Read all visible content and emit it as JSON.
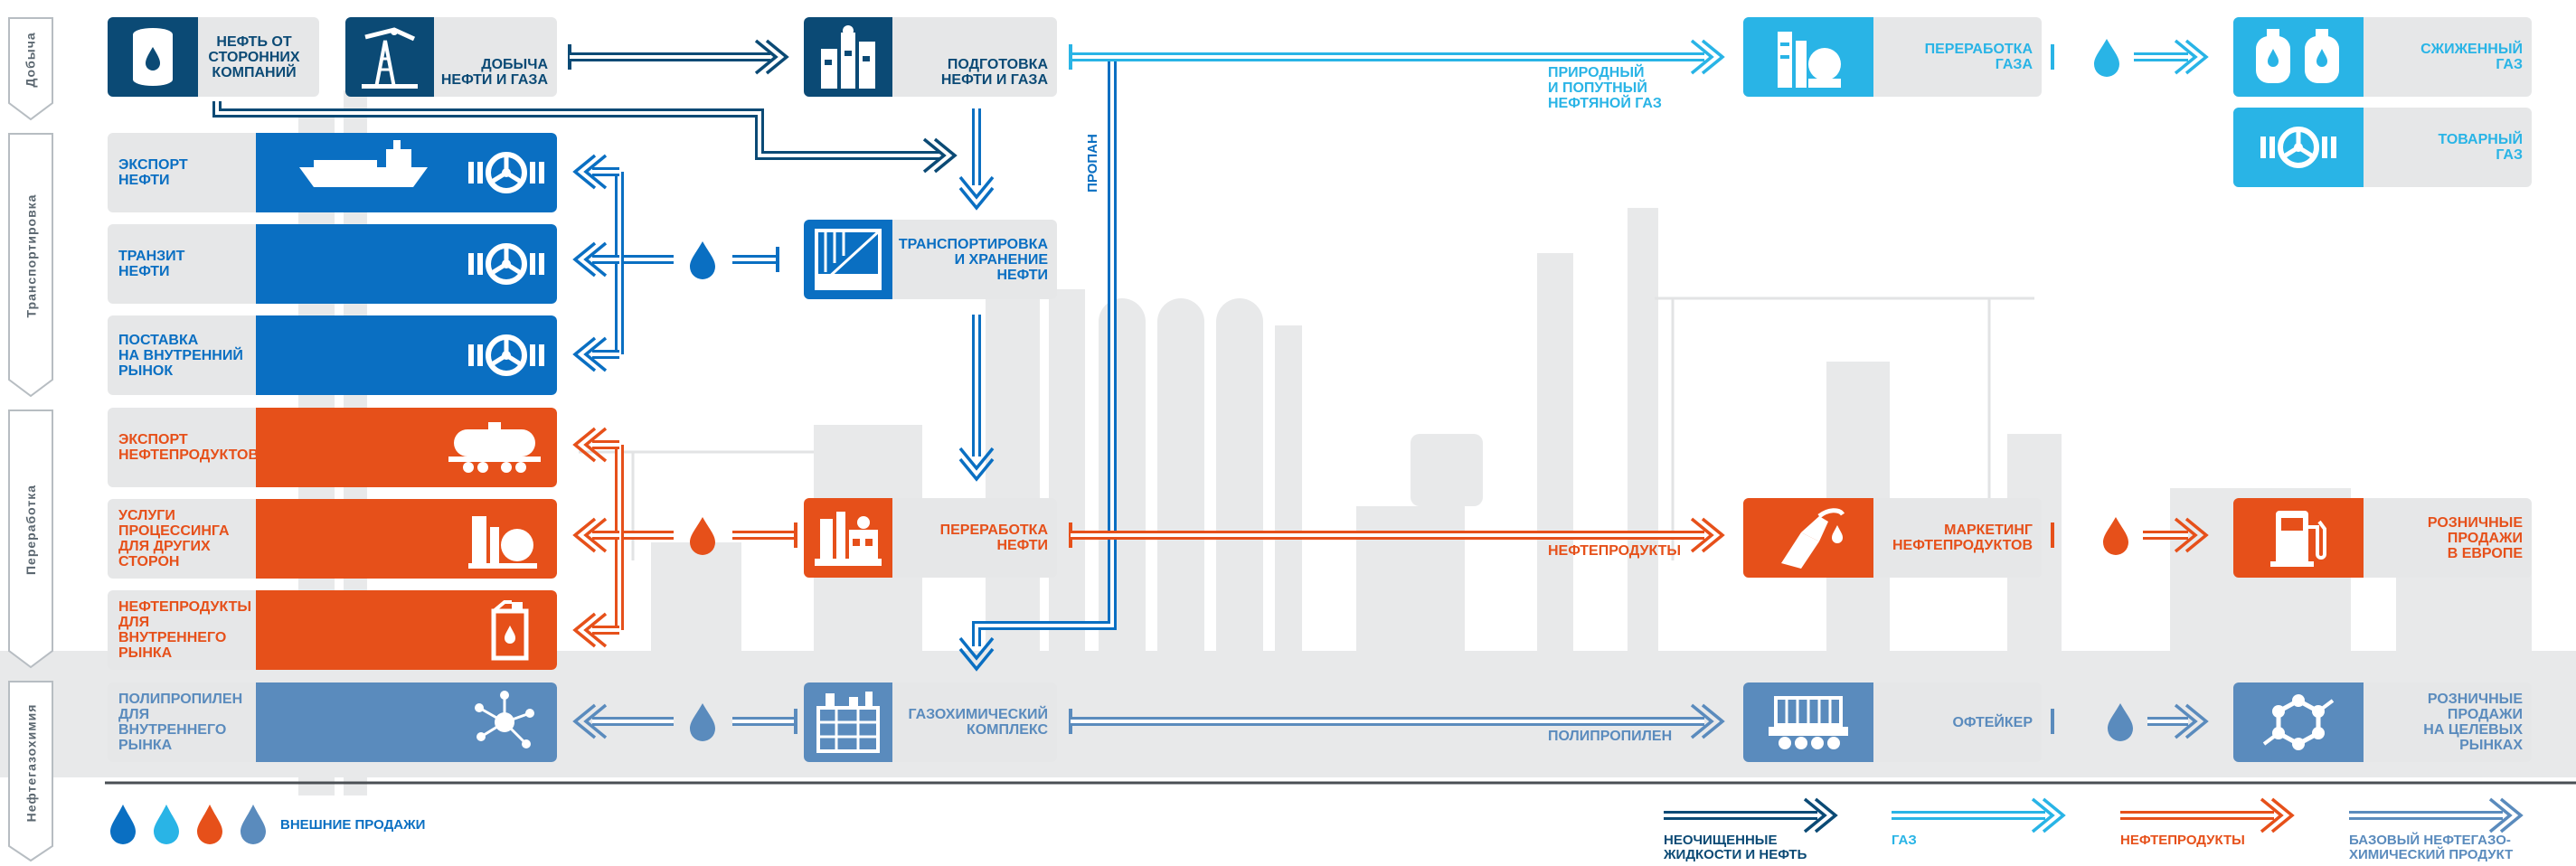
{
  "stages": [
    "Добыча",
    "Транспортировка",
    "Переработка",
    "Нефтегазохимия"
  ],
  "top": {
    "third_party_oil": [
      "Нефть от",
      "сторонних",
      "компаний"
    ],
    "oil_gas_production": [
      "Добыча",
      "нефти и газа"
    ],
    "oil_gas_preparation": [
      "Подготовка",
      "нефти и газа"
    ],
    "gas_processing": [
      "Переработка",
      "газа"
    ],
    "liquefied_gas": [
      "Сжиженный",
      "газ"
    ],
    "commercial_gas": [
      "Товарный",
      "газ"
    ]
  },
  "middle": {
    "oil_transport_storage": [
      "Транспортировка",
      "и хранение",
      "нефти"
    ],
    "oil_refining": [
      "Переработка",
      "нефти"
    ],
    "gas_chemical_complex": [
      "Газохимический",
      "комплекс"
    ],
    "petroleum_marketing": [
      "Маркетинг",
      "нефтепродуктов"
    ],
    "retail_europe": [
      "Розничные",
      "продажи",
      "в Европе"
    ],
    "offtaker": [
      "Офтейкер"
    ],
    "retail_target_markets": [
      "Розничные",
      "продажи",
      "на целевых",
      "рынках"
    ]
  },
  "sales": {
    "oil_export": [
      "Экспорт",
      "нефти"
    ],
    "oil_transit": [
      "Транзит",
      "нефти"
    ],
    "domestic_supply": [
      "Поставка",
      "на внутренний",
      "рынок"
    ],
    "products_export": [
      "Экспорт",
      "нефтепродуктов"
    ],
    "processing_services": [
      "Услуги",
      "процессинга",
      "для других",
      "сторон"
    ],
    "domestic_products": [
      "Нефтепродукты",
      "для",
      "внутреннего",
      "рынка"
    ],
    "polypropylene_domestic": [
      "Полипропилен",
      "для",
      "внутреннего",
      "рынка"
    ]
  },
  "flows": {
    "natural_gas": [
      "Природный",
      "и попутный",
      "нефтяной газ"
    ],
    "propane": "Пропан",
    "petroleum_products": "Нефтепродукты",
    "polypropylene": "Полипропилен"
  },
  "legend": {
    "external_sales": "Внешние продажи",
    "items": [
      {
        "label": [
          "Неочищенные",
          "жидкости и нефть"
        ],
        "color": "#0b4a75"
      },
      {
        "label": [
          "Газ"
        ],
        "color": "#29b4e6"
      },
      {
        "label": [
          "Нефтепродукты"
        ],
        "color": "#e6501a"
      },
      {
        "label": [
          "Базовый нефтегазо-",
          "химический продукт"
        ],
        "color": "#5a8bbd"
      }
    ]
  },
  "colors": {
    "crude": "#0b4a75",
    "crude_light": "#0a6fc2",
    "gas": "#29b4e6",
    "products": "#e6501a",
    "petrochem": "#5a8bbd",
    "box_bg": "#e6e7e8",
    "stage_text": "#5b6770"
  },
  "icons": [
    "barrel-icon",
    "oil-derrick-icon",
    "gas-plant-icon",
    "storage-tank-icon",
    "refinery-icon",
    "gas-chemical-plant-icon",
    "tanker-ship-icon",
    "valve-icon",
    "rail-tank-car-icon",
    "canister-icon",
    "fuel-nozzle-icon",
    "fuel-pump-icon",
    "gas-cylinder-icon",
    "railcar-icon",
    "molecule-icon",
    "droplet-icon"
  ]
}
